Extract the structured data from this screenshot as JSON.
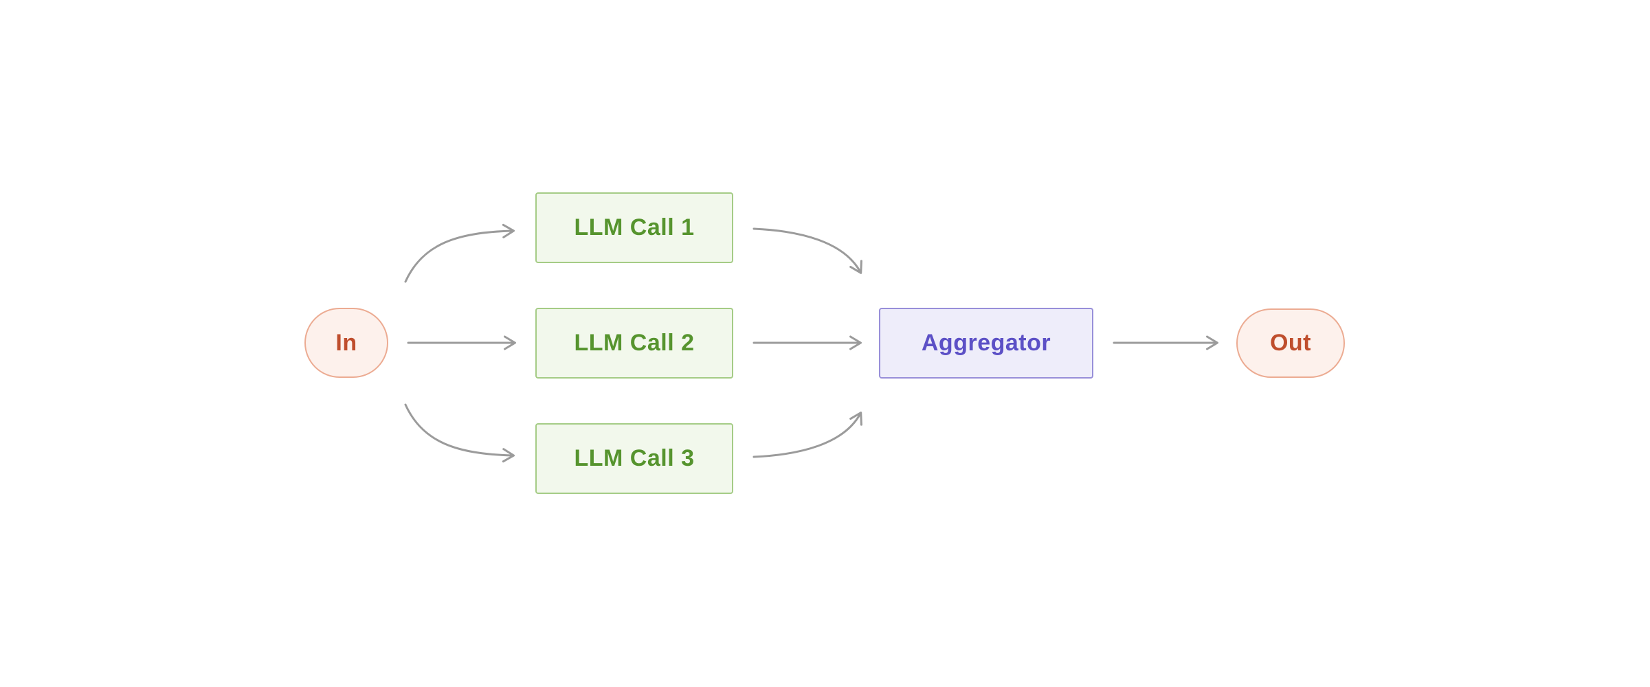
{
  "diagram": {
    "type": "flow-diagram",
    "description": "Parallelization workflow: input fans out to three LLM calls whose results are combined by an aggregator into one output",
    "background_color": "#ffffff",
    "arrow_color": "#9b9b9b",
    "nodes": {
      "input": {
        "label": "In",
        "shape": "pill",
        "fill": "#fdf1ec",
        "border": "#ecab92",
        "text_color": "#bf4e2d"
      },
      "llm1": {
        "label": "LLM Call 1",
        "shape": "rectangle",
        "fill": "#f2f8ec",
        "border": "#a5cc86",
        "text_color": "#56942e"
      },
      "llm2": {
        "label": "LLM Call 2",
        "shape": "rectangle",
        "fill": "#f2f8ec",
        "border": "#a5cc86",
        "text_color": "#56942e"
      },
      "llm3": {
        "label": "LLM Call 3",
        "shape": "rectangle",
        "fill": "#f2f8ec",
        "border": "#a5cc86",
        "text_color": "#56942e"
      },
      "aggregator": {
        "label": "Aggregator",
        "shape": "rectangle",
        "fill": "#eeedfa",
        "border": "#988fd9",
        "text_color": "#5c50c6"
      },
      "output": {
        "label": "Out",
        "shape": "pill",
        "fill": "#fdf1ec",
        "border": "#ecab92",
        "text_color": "#bf4e2d"
      }
    },
    "edges": [
      {
        "from": "In",
        "to": "LLM Call 1"
      },
      {
        "from": "In",
        "to": "LLM Call 2"
      },
      {
        "from": "In",
        "to": "LLM Call 3"
      },
      {
        "from": "LLM Call 1",
        "to": "Aggregator"
      },
      {
        "from": "LLM Call 2",
        "to": "Aggregator"
      },
      {
        "from": "LLM Call 3",
        "to": "Aggregator"
      },
      {
        "from": "Aggregator",
        "to": "Out"
      }
    ]
  }
}
